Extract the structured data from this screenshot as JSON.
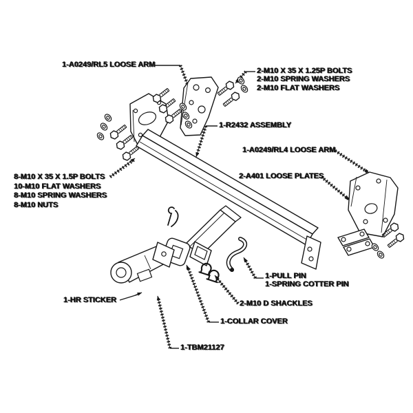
{
  "page": {
    "background": "#ffffff",
    "line_color": "#161616"
  },
  "diagram": {
    "type": "exploded-parts-diagram",
    "subject": "towbar hitch assembly",
    "labels": {
      "loose_arm_left": {
        "text": "1-A0249/RL5 LOOSE ARM"
      },
      "fastener_upper": {
        "lines": [
          "2-M10 X 35 X 1.25P BOLTS",
          "2-M10 SPRING WASHERS",
          "2-M10 FLAT WASHERS"
        ]
      },
      "hitch_assembly": {
        "text": "1-R2432 ASSEMBLY"
      },
      "loose_arm_right": {
        "text": "1-A0249/RL4 LOOSE ARM"
      },
      "loose_plates": {
        "text": "2-A401 LOOSE PLATES"
      },
      "fastener_lower": {
        "lines": [
          "8-M10 X 35 X 1.5P BOLTS",
          "10-M10 FLAT WASHERS",
          "8-M10 SPRING WASHERS",
          "8-M10 NUTS"
        ]
      },
      "pull_pin": {
        "lines": [
          "1-PULL PIN",
          "1-SPRING COTTER PIN"
        ]
      },
      "d_shackles": {
        "text": "2-M10 D SHACKLES"
      },
      "collar_cover": {
        "text": "1-COLLAR COVER"
      },
      "hr_sticker": {
        "text": "1-HR STICKER"
      },
      "ball_mount": {
        "text": "1-TBM21127"
      }
    }
  }
}
